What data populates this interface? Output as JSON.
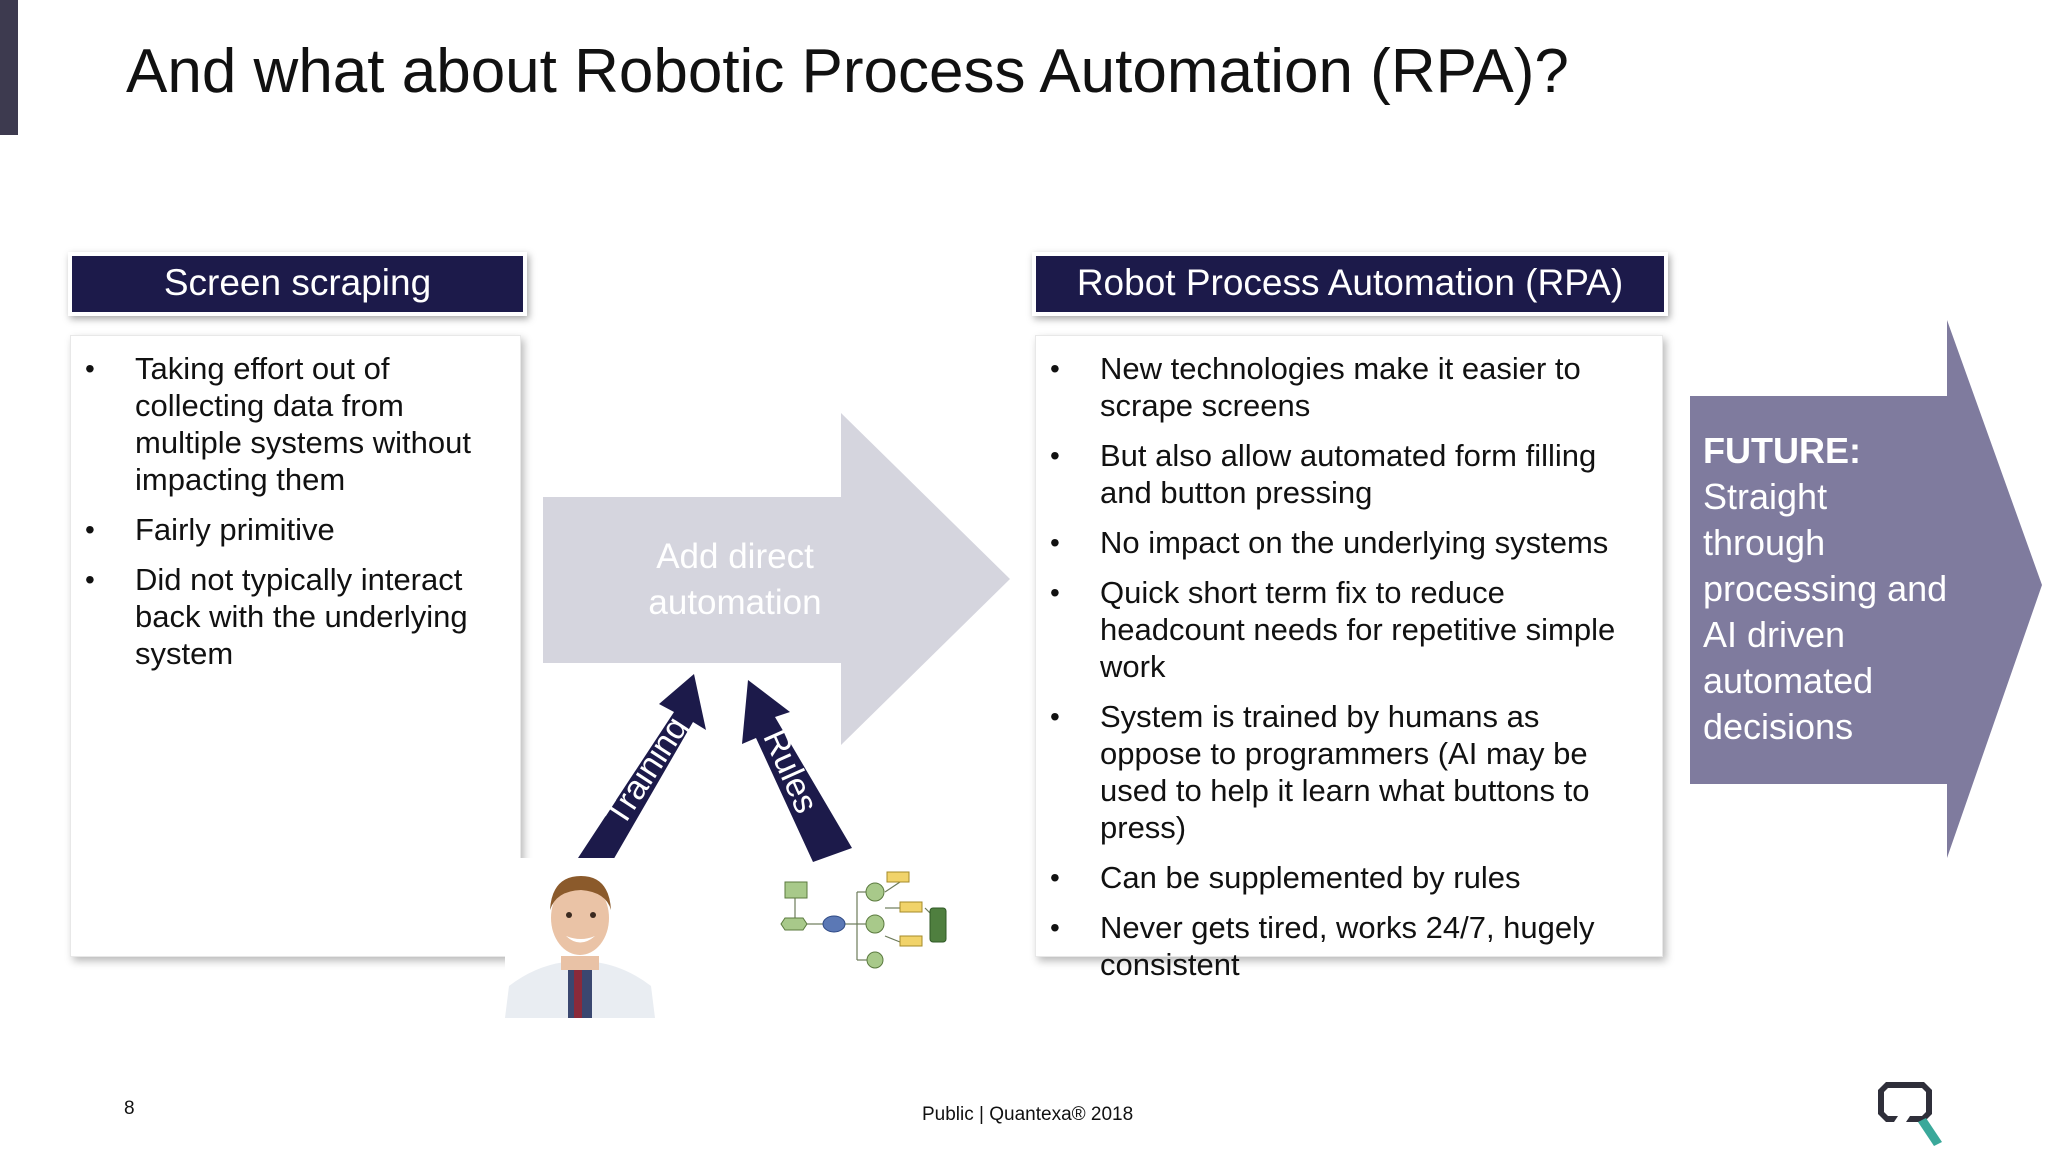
{
  "title": "And what about Robotic Process Automation (RPA)?",
  "left_panel": {
    "header": "Screen scraping",
    "bullets": [
      "Taking effort out of collecting data from multiple systems without impacting them",
      "Fairly primitive",
      "Did not typically interact back with the underlying system"
    ]
  },
  "middle": {
    "arrow_line1": "Add direct",
    "arrow_line2": "automation",
    "training_label": "Training",
    "rules_label": "Rules"
  },
  "right_panel": {
    "header": "Robot Process Automation (RPA)",
    "bullets": [
      "New technologies make it easier to scrape screens",
      "But also allow automated form filling and button pressing",
      "No impact on the underlying systems",
      "Quick short term fix to reduce headcount needs for repetitive simple work",
      "System is trained by humans as oppose to programmers (AI may be used to help it learn what buttons to press)",
      "Can be supplemented by rules",
      "Never gets tired, works 24/7, hugely consistent"
    ]
  },
  "future": {
    "heading": "FUTURE:",
    "lines": [
      "Straight",
      "through",
      "processing and",
      "AI driven",
      "automated",
      "decisions"
    ]
  },
  "footer": {
    "page_number": "8",
    "center_text": "Public | Quantexa® 2018"
  },
  "colors": {
    "navy": "#1c1a4a",
    "light_arrow": "#d5d5de",
    "future_arrow": "#7f7b9e",
    "corner_bar": "#3d3a4f",
    "logo_teal": "#3aa89a"
  },
  "icons": {
    "logo": "quantexa-logo",
    "photo": "person-photo",
    "flowchart": "rules-flowchart"
  }
}
